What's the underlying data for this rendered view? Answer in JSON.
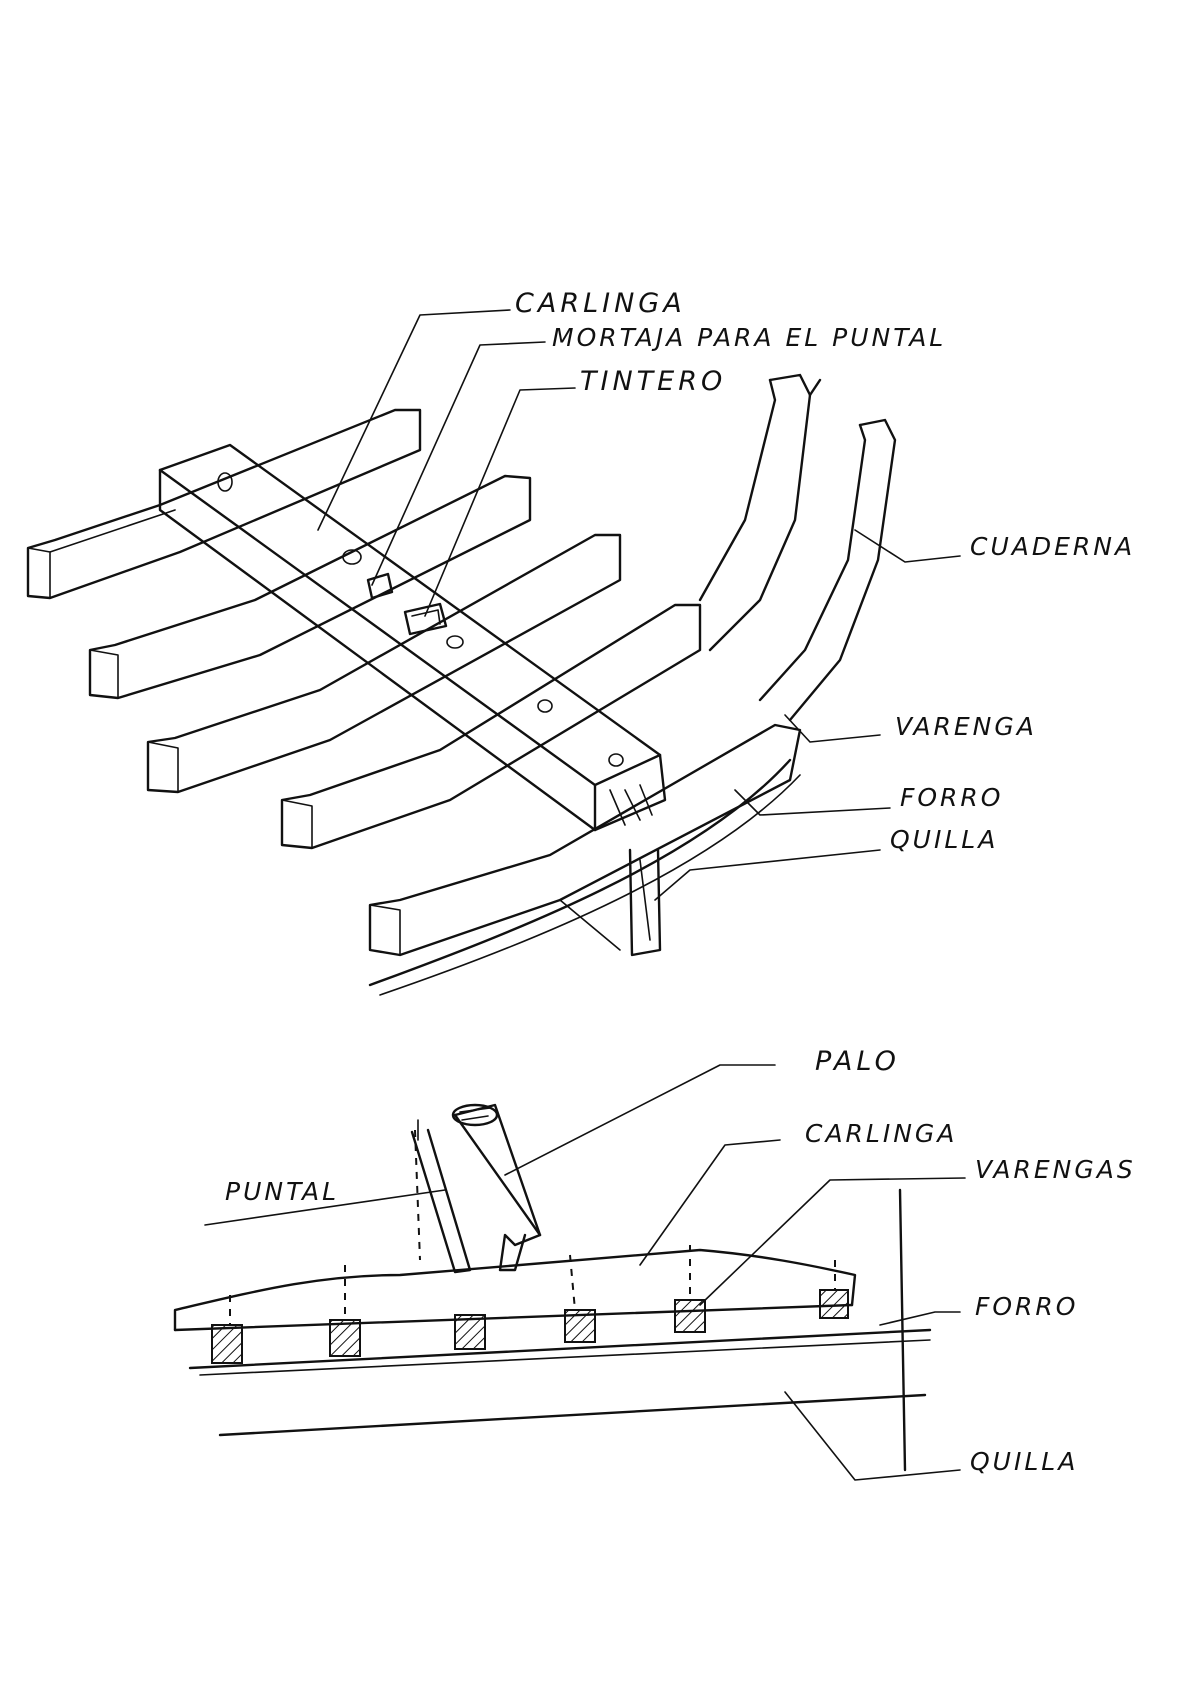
{
  "top_view": {
    "labels": {
      "carlinga": "CARLINGA",
      "mortaja": "MORTAJA PARA EL PUNTAL",
      "tintero": "TINTERO",
      "cuaderna": "CUADERNA",
      "varenga": "VARENGA",
      "forro": "FORRO",
      "quilla": "QUILLA"
    }
  },
  "side_view": {
    "labels": {
      "palo": "PALO",
      "carlinga": "CARLINGA",
      "puntal": "PUNTAL",
      "varengas": "VARENGAS",
      "forro": "FORRO",
      "quilla": "QUILLA"
    }
  },
  "colors": {
    "ink": "#111111",
    "paper": "#ffffff"
  }
}
